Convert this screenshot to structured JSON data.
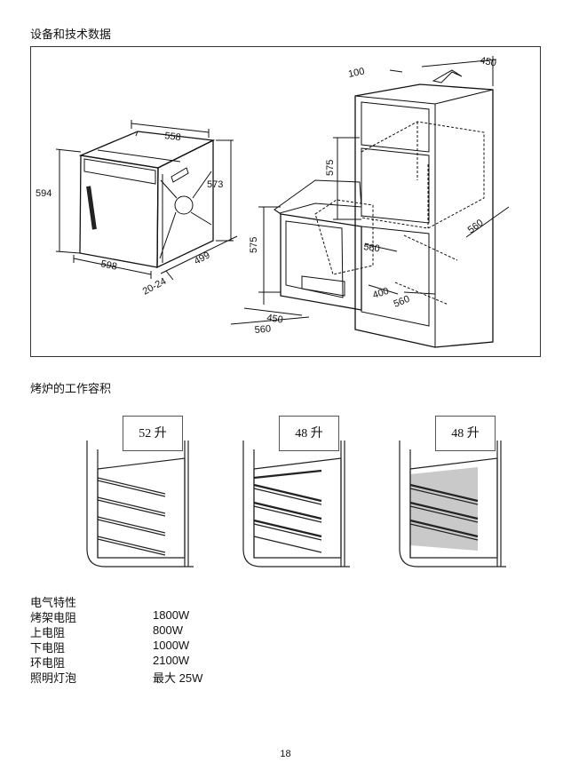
{
  "section1": {
    "title": "设备和技术数据"
  },
  "dimensions": {
    "oven": {
      "depth": "558",
      "height_front": "594",
      "height_side": "573",
      "width": "598",
      "gap": "20-24",
      "side_depth": "499"
    },
    "cabinet": {
      "top_clearance": "100",
      "top_depth": "450",
      "tall_height": "575",
      "tall_depth": "560",
      "under_height": "575",
      "inner_depth": "560",
      "bottom_gap": "400",
      "bottom_depth": "560",
      "base_depth": "450",
      "base_width": "560"
    }
  },
  "section2": {
    "title": "烤炉的工作容积"
  },
  "capacity": [
    {
      "label": "52 升"
    },
    {
      "label": "48 升"
    },
    {
      "label": "48 升"
    }
  ],
  "electrical": {
    "title": "电气特性",
    "rows": [
      {
        "label": "烤架电阻",
        "value": "1800W"
      },
      {
        "label": "上电阻",
        "value": "800W"
      },
      {
        "label": "下电阻",
        "value": "1000W"
      },
      {
        "label": "环电阻",
        "value": "2100W"
      },
      {
        "label": "照明灯泡",
        "value": "最大 25W"
      }
    ]
  },
  "page_number": "18"
}
